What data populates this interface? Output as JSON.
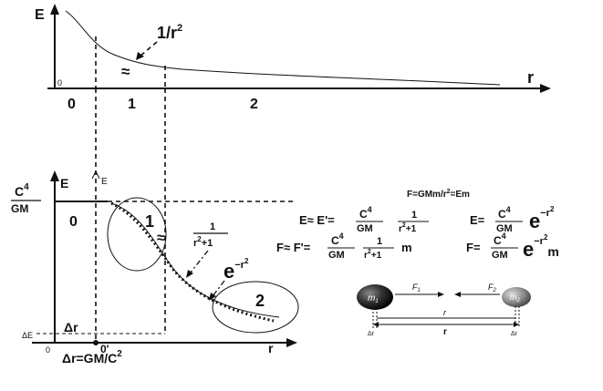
{
  "top_graph": {
    "y_axis_label": "E",
    "x_axis_label": "r",
    "origin_label": "0",
    "region_labels": [
      "0",
      "1",
      "2"
    ],
    "approx_symbol": "≈",
    "curve_label": "1/r",
    "curve_label_exp": "2"
  },
  "bottom_graph": {
    "y_axis_label": "E",
    "secondary_axis_label": "E",
    "level_numerator": "C",
    "level_numerator_exp": "4",
    "level_denominator": "GM",
    "region_label_0": "0",
    "region_label_1": "1",
    "region_label_2": "2",
    "approx_symbol": "≈",
    "fraction_num": "1",
    "fraction_den": "r",
    "fraction_den_exp": "2",
    "fraction_den_tail": "+1",
    "exp_label": "e",
    "exp_label_exp": "−r",
    "exp_label_exp2": "2",
    "delta_r_label": "Δr",
    "delta_e_label": "ΔE",
    "origin_label": "0",
    "origin_prime_label": "0'",
    "x_axis_label": "r",
    "delta_r_formula": "Δr=GM/C",
    "delta_r_formula_exp": "2"
  },
  "equations": {
    "force_energy": "F=GMm/r",
    "force_energy_exp": "2",
    "force_energy_tail": "=Em",
    "eq1_prefix": "E≈ E'=",
    "eq1_frac_num": "C",
    "eq1_frac_num_exp": "4",
    "eq1_frac_den": "GM",
    "eq1_fraction_num": "1",
    "eq1_fraction_den": "r",
    "eq1_fraction_den_exp": "2",
    "eq1_fraction_den_tail": "+1",
    "eq2_prefix": "E=",
    "eq2_frac_num": "C",
    "eq2_frac_num_exp": "4",
    "eq2_frac_den": "GM",
    "eq2_e": "e",
    "eq2_exp": "−r",
    "eq2_exp2": "2",
    "eq3_prefix": "F≈ F'=",
    "eq3_frac_num": "C",
    "eq3_frac_num_exp": "4",
    "eq3_frac_den": "GM",
    "eq3_fraction_num": "1",
    "eq3_fraction_den": "r",
    "eq3_fraction_den_exp": "2",
    "eq3_fraction_den_tail": "+1",
    "eq3_suffix": "m",
    "eq4_prefix": "F=",
    "eq4_frac_num": "C",
    "eq4_frac_num_exp": "4",
    "eq4_frac_den": "GM",
    "eq4_e": "e",
    "eq4_exp": "−r",
    "eq4_exp2": "2",
    "eq4_suffix": "m"
  },
  "masses": {
    "mass1": "m",
    "mass1_sub": "1",
    "mass2": "m",
    "mass2_sub": "2",
    "force1": "F",
    "force1_sub": "1",
    "force2": "F",
    "force2_sub": "2",
    "delta_left": "Δr",
    "delta_right": "Δr",
    "distance_upper": "r",
    "distance_lower": "r"
  }
}
